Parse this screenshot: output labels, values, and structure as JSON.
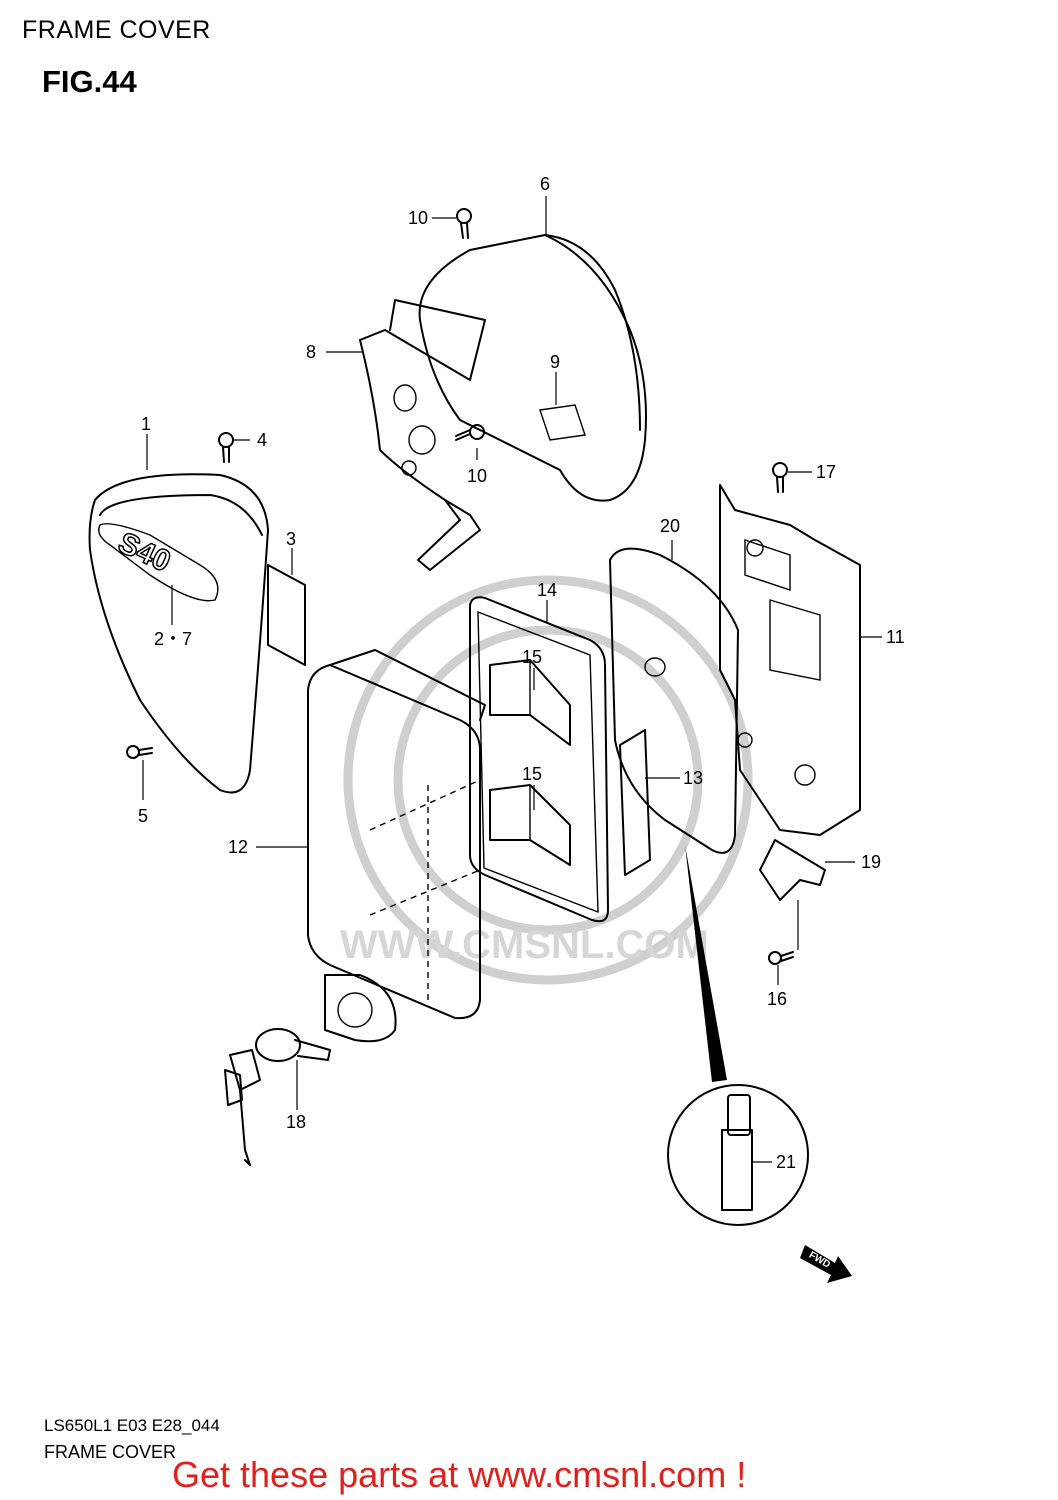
{
  "header": {
    "title": "FRAME COVER",
    "fig": "FIG.44"
  },
  "watermark": "WWW.CMSNL.COM",
  "callouts": {
    "c1": "1",
    "c2_7": "2・7",
    "c3": "3",
    "c4": "4",
    "c5": "5",
    "c6": "6",
    "c8": "8",
    "c9": "9",
    "c10a": "10",
    "c10b": "10",
    "c11": "11",
    "c12": "12",
    "c13": "13",
    "c14": "14",
    "c15a": "15",
    "c15b": "15",
    "c16": "16",
    "c17": "17",
    "c18": "18",
    "c19": "19",
    "c20": "20",
    "c21": "21"
  },
  "fwd_label": "FWD",
  "footer": {
    "code": "LS650L1 E03 E28_044",
    "title": "FRAME COVER"
  },
  "promo": {
    "text": "Get these parts at www.cmsnl.com !",
    "color": "#e0201a"
  }
}
